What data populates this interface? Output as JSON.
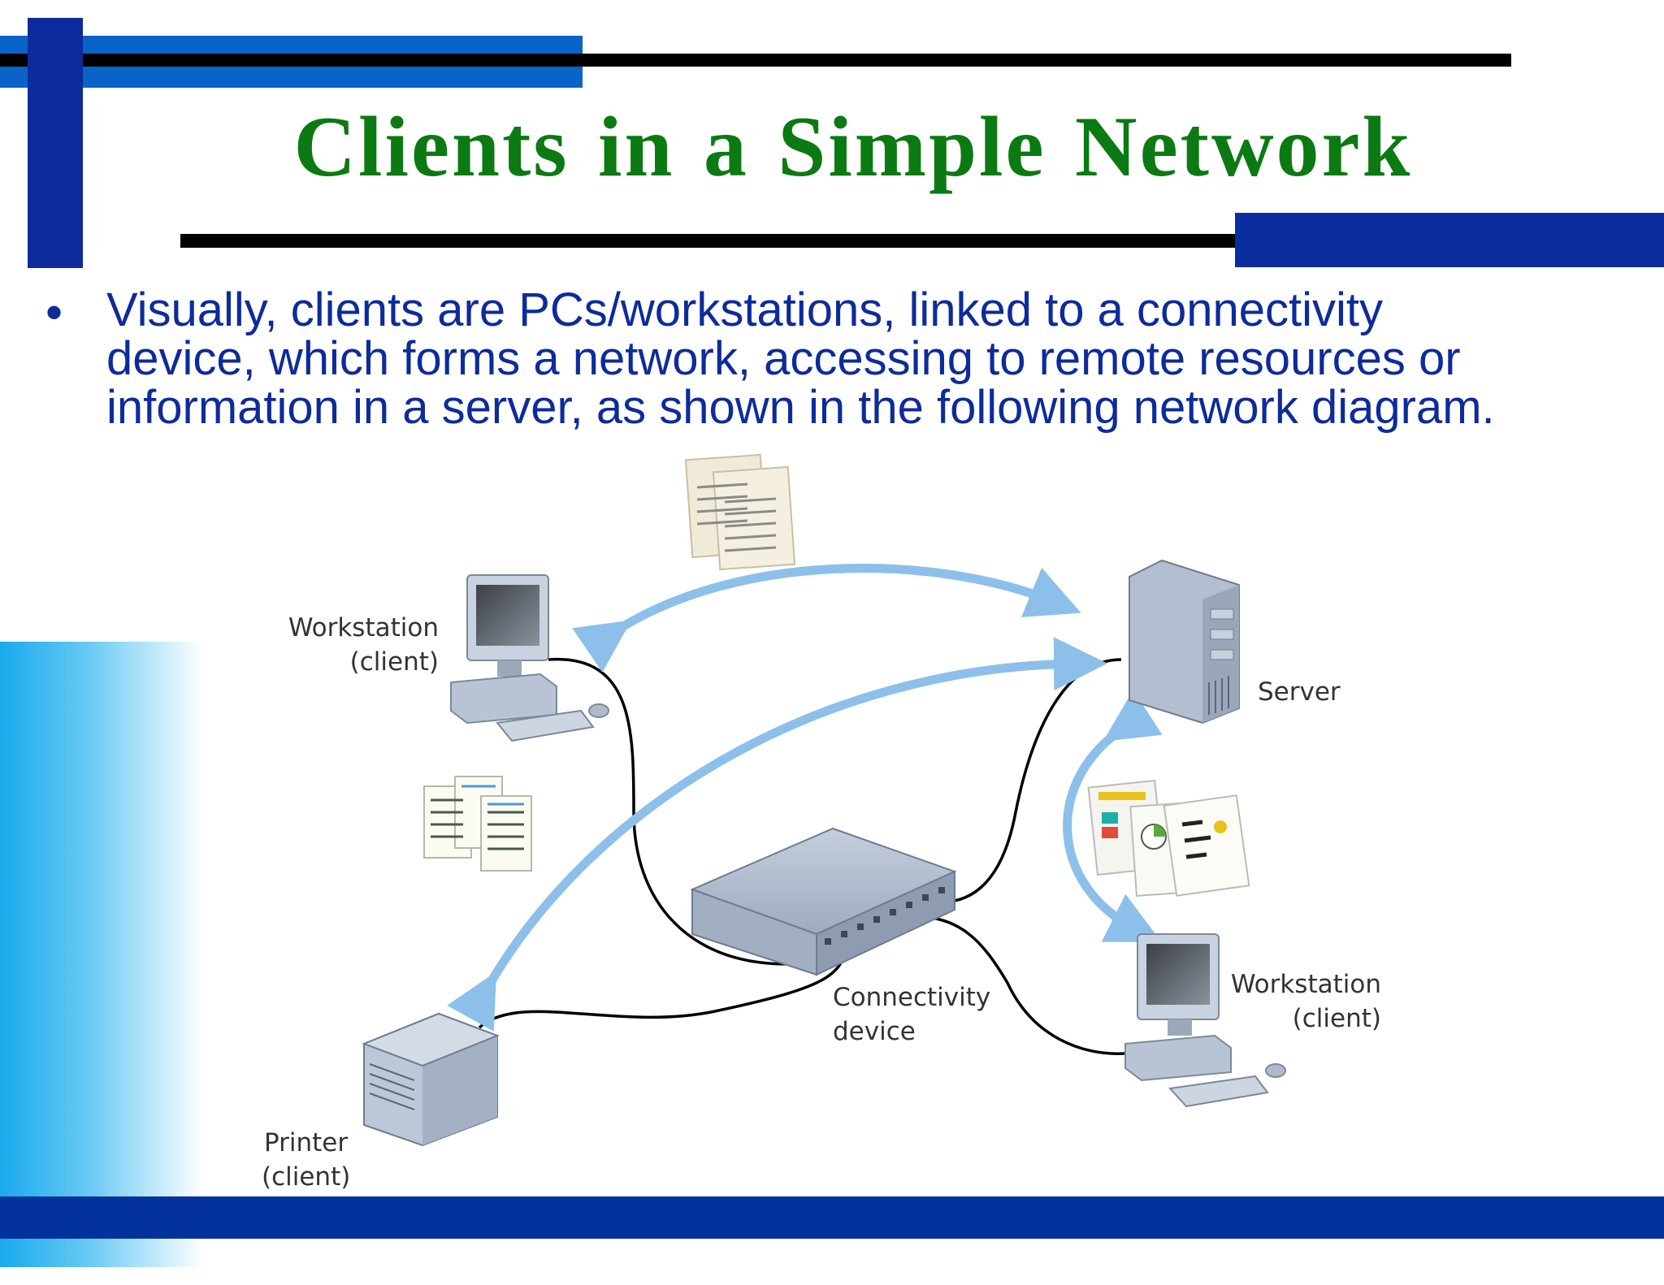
{
  "slide": {
    "title": "Clients in a Simple Network",
    "bullet_marker": "•",
    "bullet_lines": [
      "Visually, clients are PCs/workstations, linked to a connectivity",
      "device, which forms a network, accessing to remote resources or",
      "information in a server, as shown in the following network diagram."
    ]
  },
  "diagram": {
    "nodes": {
      "workstation_top": [
        "Workstation",
        "(client)"
      ],
      "server": [
        "Server"
      ],
      "connectivity_device": [
        "Connectivity",
        "device"
      ],
      "workstation_bottom": [
        "Workstation",
        "(client)"
      ],
      "printer": [
        "Printer",
        "(client)"
      ]
    },
    "colors": {
      "arrow": "#8cc0ea",
      "cable": "#000000",
      "device": "#a9b5c8"
    }
  }
}
